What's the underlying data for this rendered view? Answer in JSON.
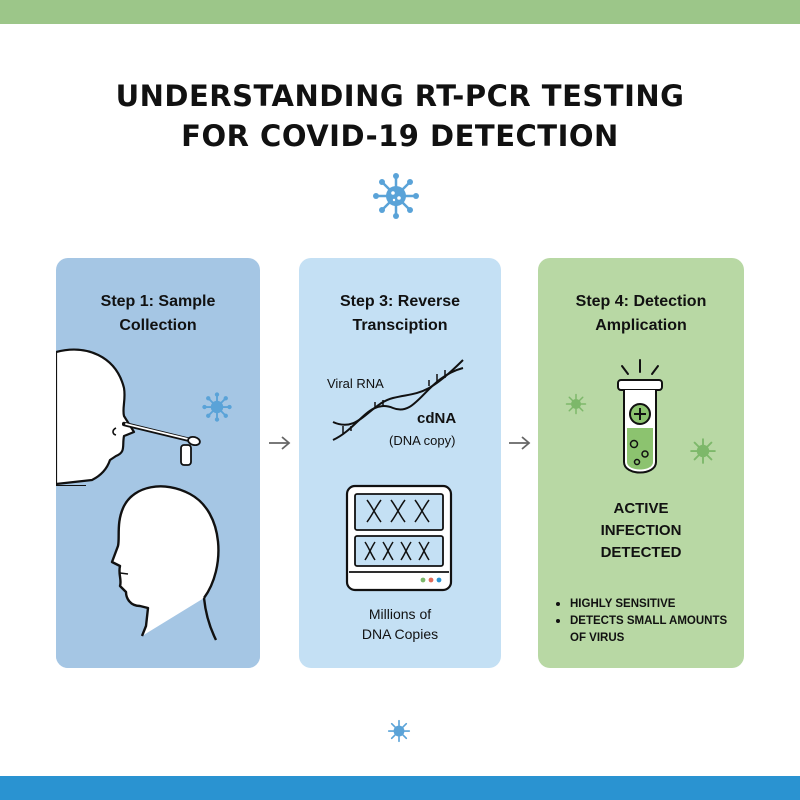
{
  "title": {
    "line1": "UNDERSTANDING RT-PCR TESTING",
    "line2": "FOR COVID-19 DETECTION"
  },
  "colors": {
    "top_bar": "#9cc689",
    "bottom_bar": "#2a93d1",
    "panel_1": "#a5c6e4",
    "panel_2": "#c4e0f4",
    "panel_3": "#b8d8a4",
    "virus_blue": "#5aa3d8",
    "virus_green": "#7db86a"
  },
  "steps": [
    {
      "title_line1": "Step 1: Sample",
      "title_line2": "Collection",
      "icons": [
        "head-profile-icon",
        "nasal-swab-icon",
        "sample-tube-icon",
        "head-outline-icon",
        "virus-icon"
      ]
    },
    {
      "title_line1": "Step 3: Reverse",
      "title_line2": "Transciption",
      "viral_rna_label": "Viral RNA",
      "cdna_label": "cdNA",
      "dna_copy_label": "(DNA copy)",
      "result_line1": "Millions of",
      "result_line2": "DNA Copies",
      "icons": [
        "dna-helix-icon",
        "thermal-cycler-icon"
      ]
    },
    {
      "title_line1": "Step 4: Detection",
      "title_line2": "Amplication",
      "result_line1": "ACTIVE",
      "result_line2": "INFECTION",
      "result_line3": "DETECTED",
      "bullets": [
        "HIGHLY SENSITIVE",
        "DETECTS SMALL AMOUNTS OF VIRUS"
      ],
      "icons": [
        "test-tube-positive-icon",
        "virus-icon"
      ]
    }
  ]
}
